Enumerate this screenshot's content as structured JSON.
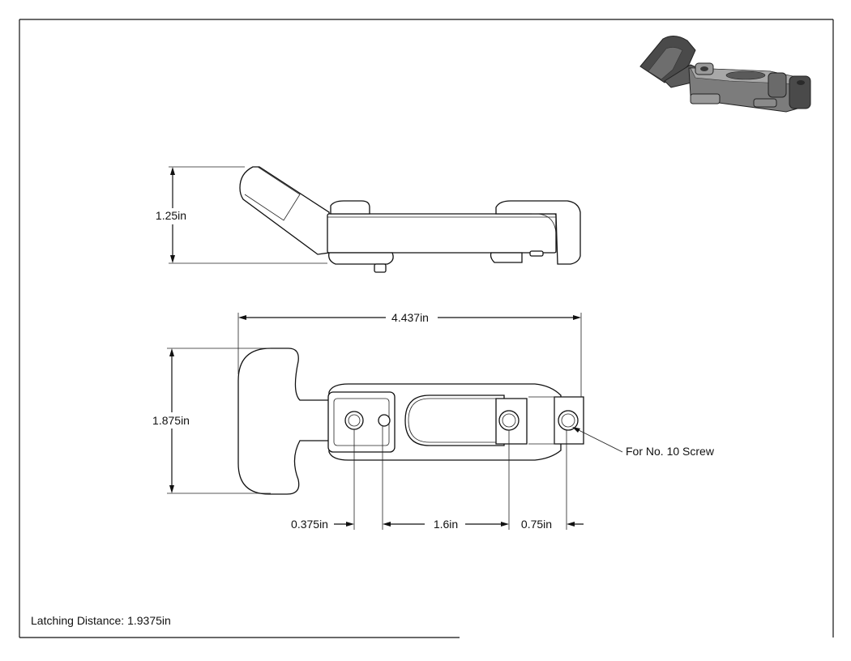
{
  "dimensions": {
    "height_side": "1.25in",
    "overall_length": "4.437in",
    "width_top": "1.875in",
    "hole_offset": "0.375in",
    "hole_spacing": "1.6in",
    "end_spacing": "0.75in"
  },
  "callout": "For No. 10 Screw",
  "footer_note": "Latching Distance: 1.9375in",
  "colors": {
    "line": "#111111",
    "iso_dark": "#4a4a4a",
    "iso_light": "#9a9a9a"
  }
}
